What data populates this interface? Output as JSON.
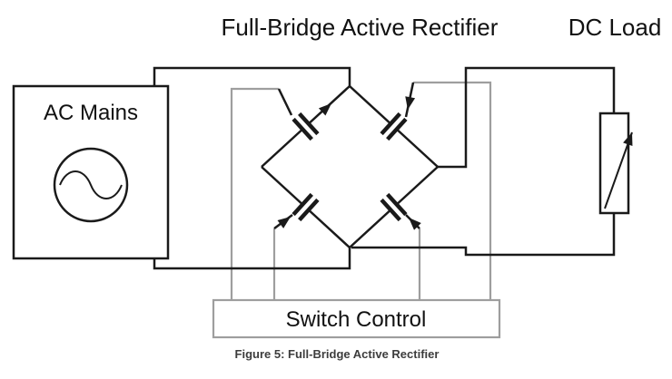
{
  "figure": {
    "title": "Full-Bridge Active Rectifier",
    "caption": "Figure 5: Full-Bridge Active Rectifier"
  },
  "labels": {
    "ac_mains": "AC Mains",
    "dc_load": "DC Load",
    "switch_control": "Switch Control"
  },
  "colors": {
    "circuit_wire": "#1a1a1a",
    "control_wire": "#9e9e9e",
    "background": "#ffffff"
  },
  "components": {
    "ac_source": "ac-sine-source",
    "bridge_switches": [
      "mosfet-top-left",
      "mosfet-top-right",
      "mosfet-bottom-left",
      "mosfet-bottom-right"
    ],
    "load": "variable-dc-load"
  }
}
